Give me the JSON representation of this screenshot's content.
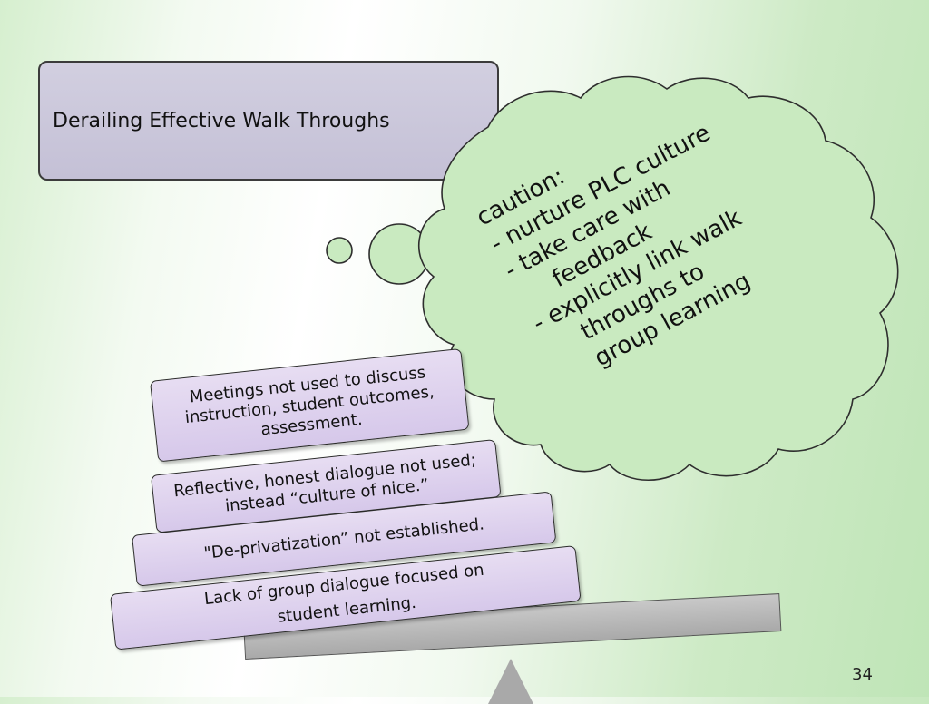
{
  "title": "Derailing Effective Walk Throughs",
  "thought_bubble": {
    "lines": [
      "caution:",
      "- nurture PLC culture",
      "- take care with",
      "  feedback",
      "- explicitly link walk",
      "  throughs to",
      "  group learning"
    ]
  },
  "blocks": [
    "Meetings not used to discuss instruction, student outcomes, assessment.",
    "Reflective, honest dialogue not used; instead “culture of nice.”",
    "\"De-privatization” not established.",
    "Lack of group dialogue focused on student learning."
  ],
  "block4_lines": [
    "Lack of group dialogue focused on",
    "student learning."
  ],
  "page_number": "34",
  "colors": {
    "title_fill": "#c4c0d6",
    "cloud_fill": "#c9eac0",
    "block_fill": "#dfd2ee",
    "beam_fill": "#b8b8b8"
  }
}
